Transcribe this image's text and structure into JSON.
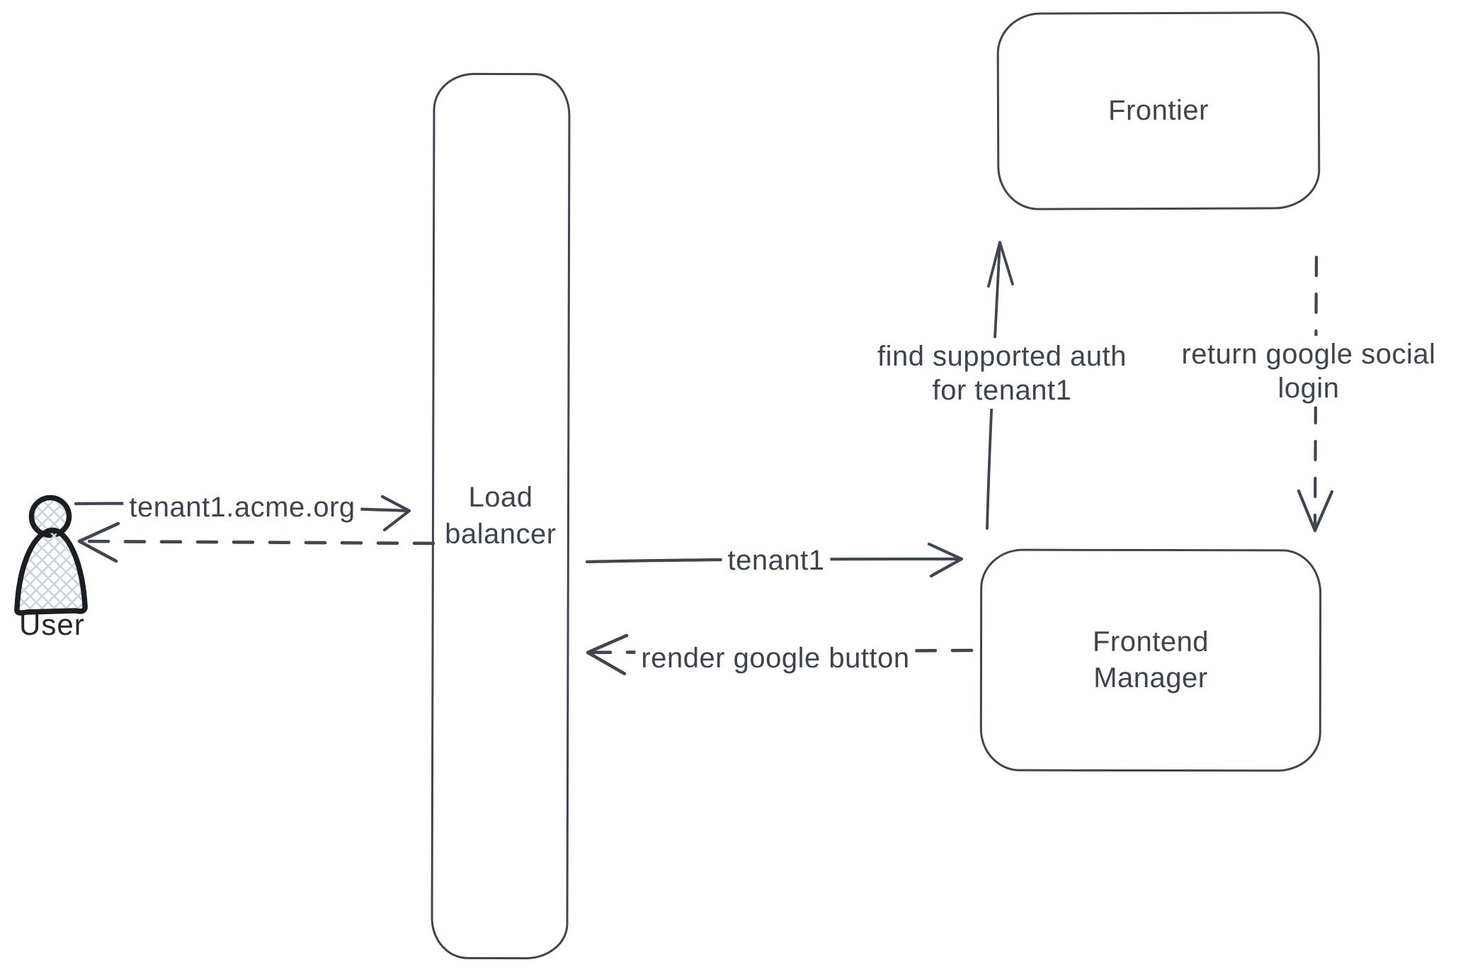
{
  "diagram": {
    "nodes": {
      "user": {
        "label": "User"
      },
      "load_balancer": {
        "line1": "Load",
        "line2": "balancer"
      },
      "frontier": {
        "label": "Frontier"
      },
      "frontend_manager": {
        "line1": "Frontend",
        "line2": "Manager"
      }
    },
    "edges": {
      "user_request": {
        "label": "tenant1.acme.org",
        "style": "solid"
      },
      "user_response": {
        "style": "dashed"
      },
      "tenant_forward": {
        "label": "tenant1",
        "style": "solid"
      },
      "render_button": {
        "label": "render google button",
        "style": "dashed"
      },
      "find_auth": {
        "line1": "find supported auth",
        "line2": "for tenant1",
        "style": "solid"
      },
      "return_social": {
        "line1": "return google social",
        "line2": "login",
        "style": "dashed"
      }
    },
    "colors": {
      "stroke": "#3f4650",
      "text": "#3d444d",
      "user_stroke": "#1b1e23",
      "hatch_fill": "#cdd3db",
      "background": "#ffffff"
    }
  }
}
